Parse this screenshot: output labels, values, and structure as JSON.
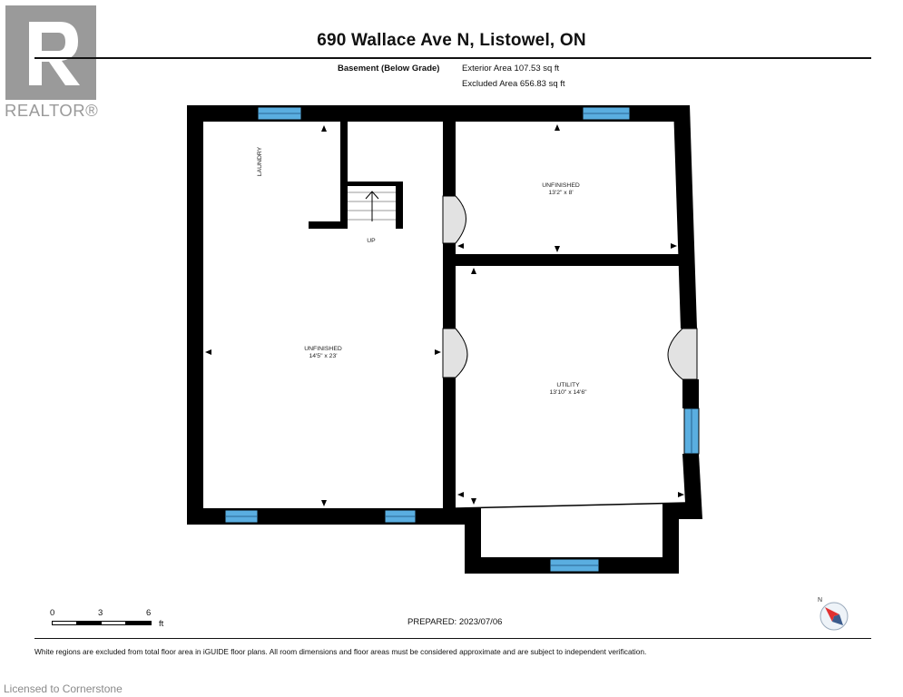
{
  "header": {
    "title": "690 Wallace Ave N, Listowel, ON",
    "level_name": "Basement (Below Grade)",
    "exterior_area": "Exterior Area 107.53 sq ft",
    "excluded_area": "Excluded Area 656.83 sq ft"
  },
  "logo": {
    "icon": "realtor-r-logo",
    "text": "REALTOR®"
  },
  "rooms": {
    "laundry": {
      "name": "LAUNDRY"
    },
    "stairs": {
      "label": "UP"
    },
    "unfinished_large": {
      "name": "UNFINISHED",
      "dims": "14'5\" x 23'"
    },
    "unfinished_small": {
      "name": "UNFINISHED",
      "dims": "13'2\" x 8'"
    },
    "utility": {
      "name": "UTILITY",
      "dims": "13'10\" x 14'6\""
    }
  },
  "scale": {
    "tick_0": "0",
    "tick_3": "3",
    "tick_6": "6",
    "unit": "ft"
  },
  "compass": {
    "label": "N",
    "icon": "compass-icon"
  },
  "footer": {
    "prepared": "PREPARED: 2023/07/06",
    "disclaimer": "White regions are excluded from total floor area in iGUIDE floor plans. All room dimensions and floor areas must be considered approximate and are subject to independent verification.",
    "licensed": "Licensed to Cornerstone"
  },
  "colors": {
    "wall": "#000000",
    "window": "#5aaee0",
    "door_swing": "#d9d9d9",
    "logo_gray": "#9a9a9a"
  }
}
